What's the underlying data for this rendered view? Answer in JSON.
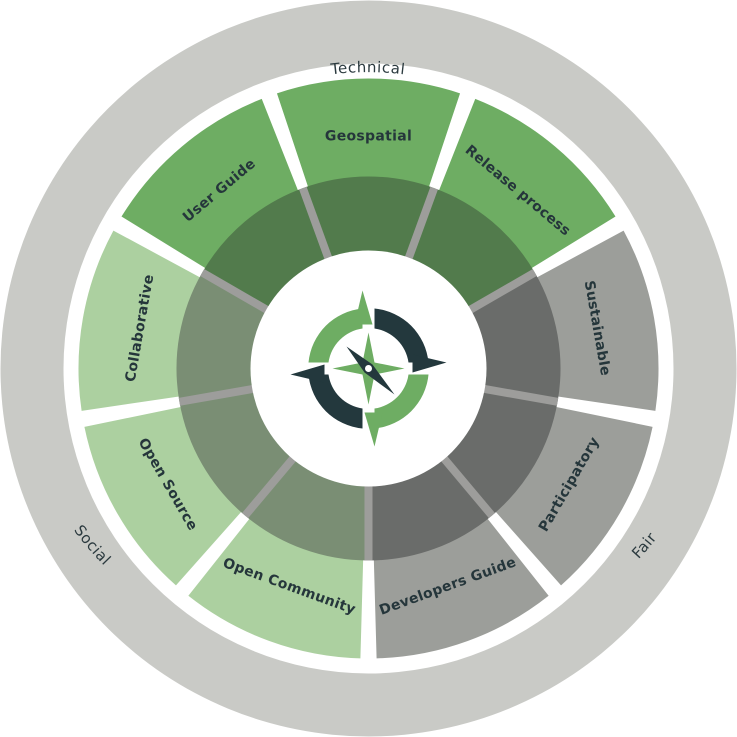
{
  "rings": {
    "technical": "Technical",
    "social": "Social",
    "fair": "Fair"
  },
  "colors": {
    "outer_ring": "#c9cac6",
    "green_dark": "#6ead63",
    "green_light": "#acd0a0",
    "grey": "#9c9e9a",
    "inner_green_dark": "#527b4c",
    "inner_green_light": "#7a8e74",
    "inner_grey": "#6a6c6a",
    "divider": "#9d9d9b",
    "hub": "#ffffff",
    "navy": "#23383d"
  },
  "segments": [
    {
      "label": "Geospatial",
      "group": "technical"
    },
    {
      "label": "Release process",
      "group": "technical"
    },
    {
      "label": "Sustainable",
      "group": "fair"
    },
    {
      "label": "Participatory",
      "group": "fair"
    },
    {
      "label": "Developers Guide",
      "group": "fair"
    },
    {
      "label": "Open Community",
      "group": "social"
    },
    {
      "label": "Open Source",
      "group": "social"
    },
    {
      "label": "Collaborative",
      "group": "social"
    },
    {
      "label": "User Guide",
      "group": "technical"
    }
  ],
  "center_icon": "compass-icon"
}
